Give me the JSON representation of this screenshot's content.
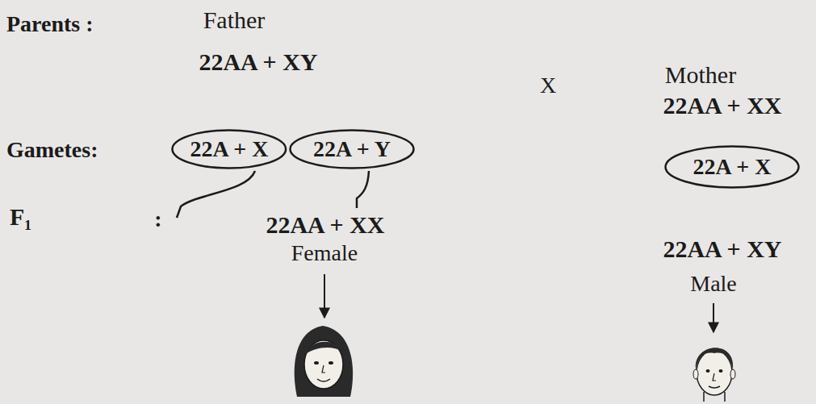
{
  "diagram": {
    "nodes": [
      {
        "text": [
          "22A + X"
        ]
      },
      {
        "text": [
          "22A + Y"
        ]
      },
      {
        "text": [
          "22A + X"
        ]
      }
    ],
    "labels": [
      "Parents :",
      "Father",
      "22AA + XY",
      "X",
      "Mother",
      "22AA + XX",
      "Gametes:",
      "F₁",
      ":",
      "22AA + XX",
      "Female",
      "22AA + XY",
      "Male"
    ]
  }
}
